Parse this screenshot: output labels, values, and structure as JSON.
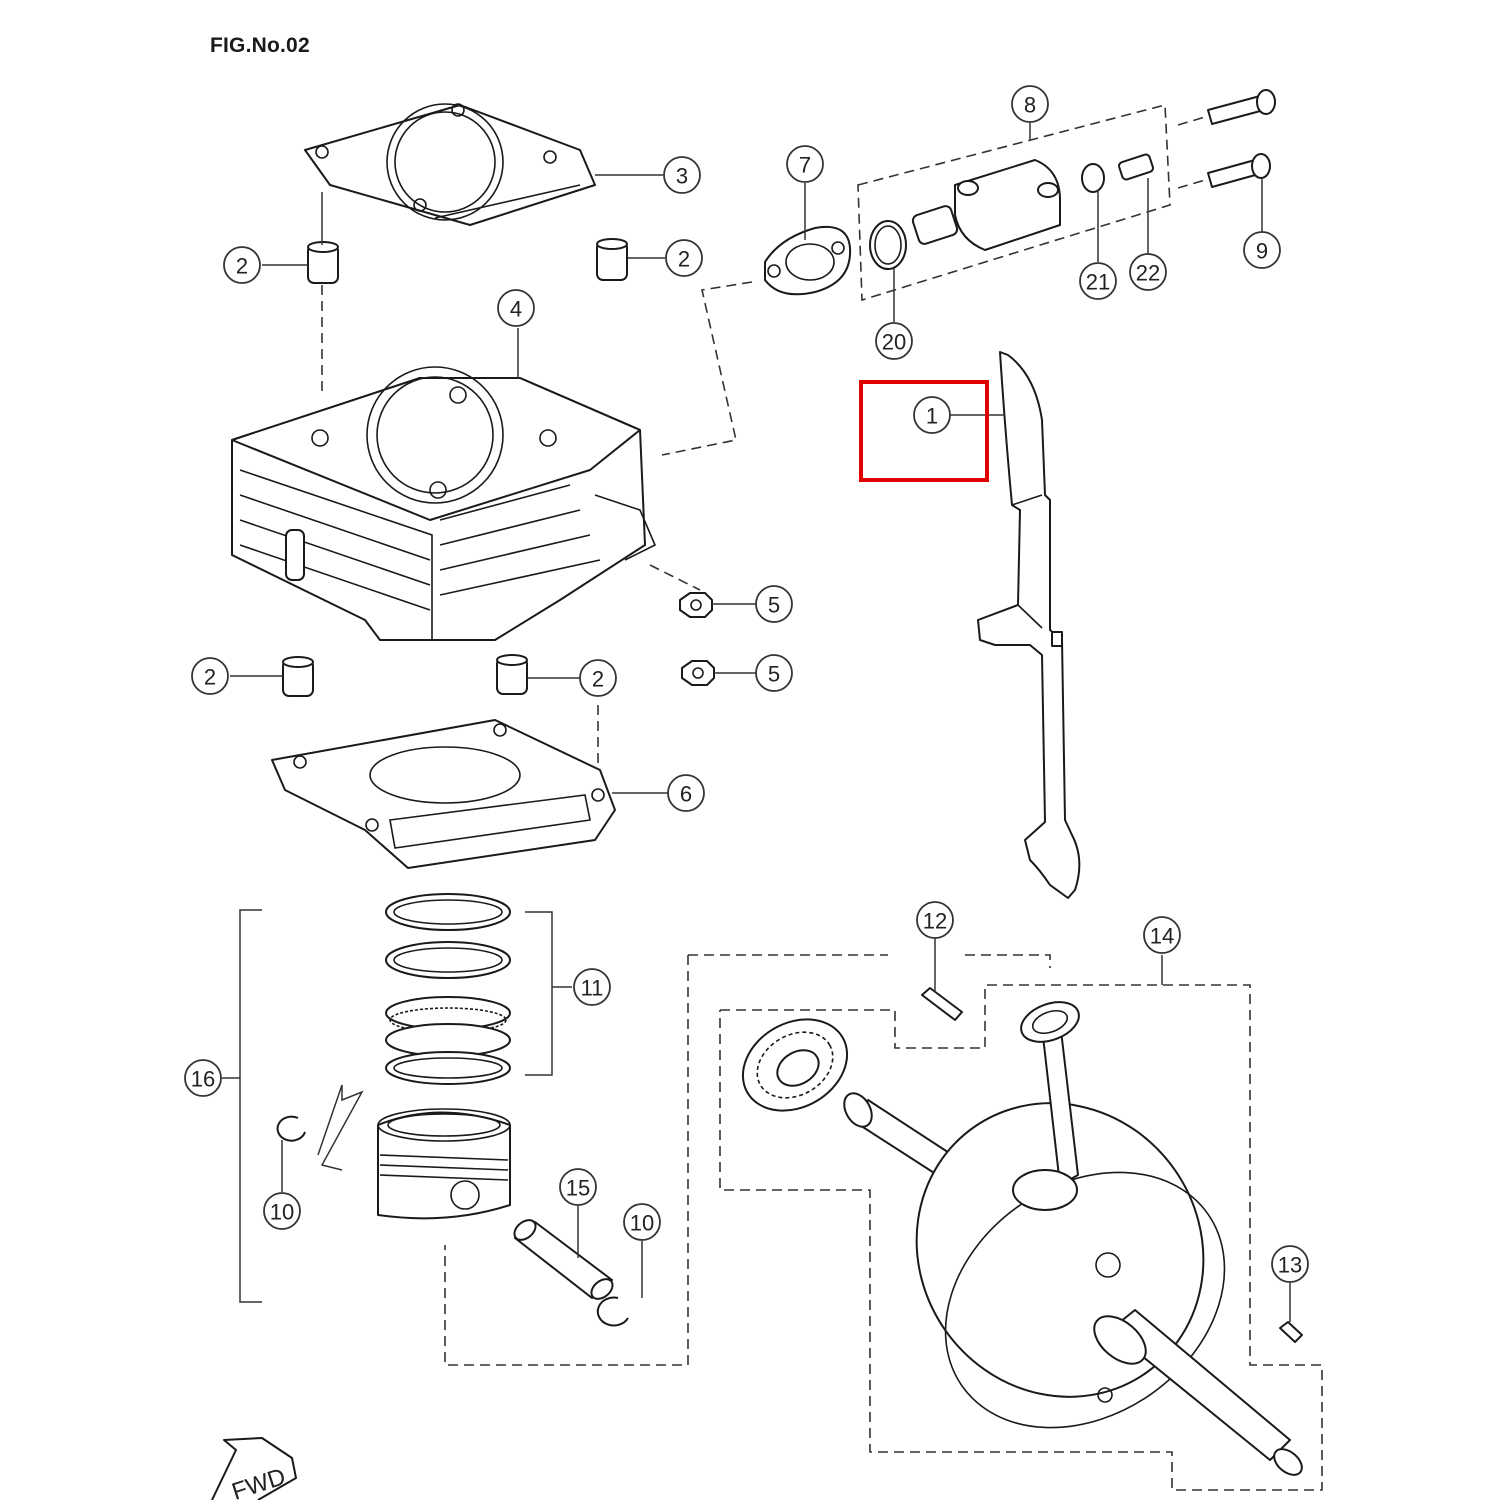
{
  "figure": {
    "title": "FIG.No.02",
    "fwd_label": "FWD",
    "highlight_color": "#e00000"
  },
  "callouts": [
    "1",
    "2",
    "2",
    "2",
    "2",
    "3",
    "4",
    "5",
    "5",
    "6",
    "7",
    "8",
    "9",
    "10",
    "10",
    "11",
    "12",
    "13",
    "14",
    "15",
    "16",
    "20",
    "21",
    "22"
  ]
}
